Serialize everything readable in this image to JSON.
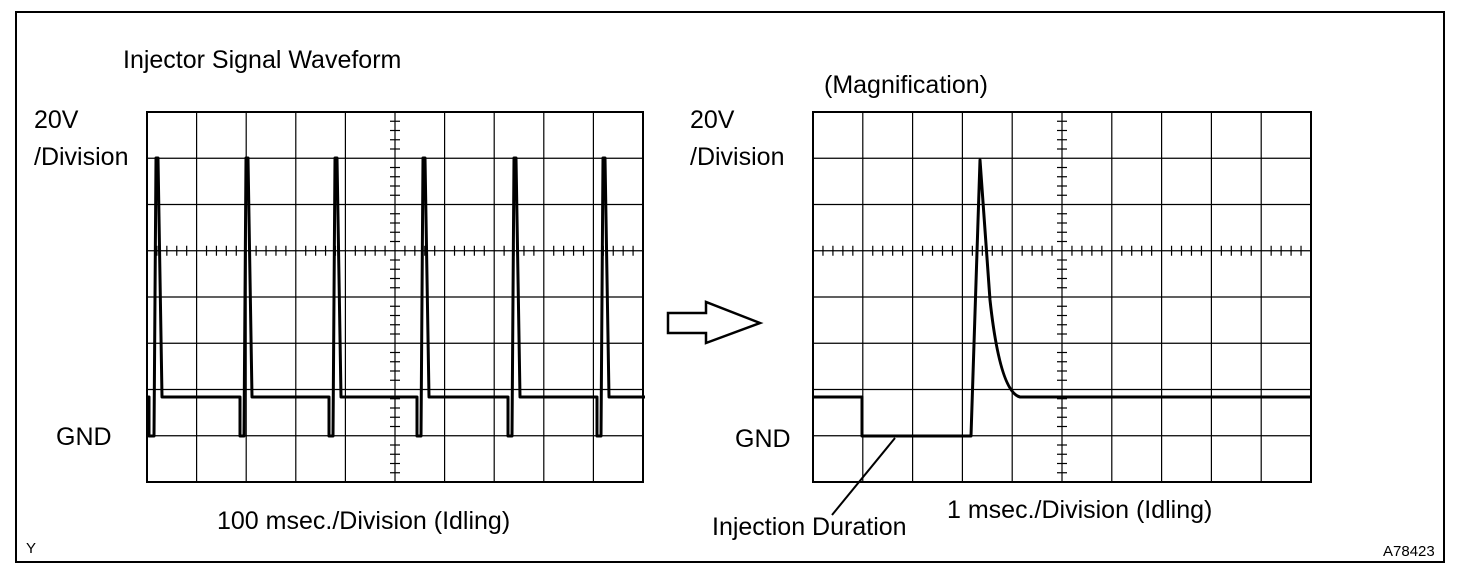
{
  "left_panel": {
    "title": "Injector Signal Waveform",
    "volts_label_line1": "20V",
    "volts_label_line2": "/Division",
    "gnd_label": "GND",
    "time_label": "100 msec./Division (Idling)"
  },
  "right_panel": {
    "title": "(Magnification)",
    "volts_label_line1": "20V",
    "volts_label_line2": "/Division",
    "gnd_label": "GND",
    "time_label": "1 msec./Division (Idling)",
    "callout": "Injection Duration"
  },
  "corner_mark": "Y",
  "figure_code": "A78423"
}
